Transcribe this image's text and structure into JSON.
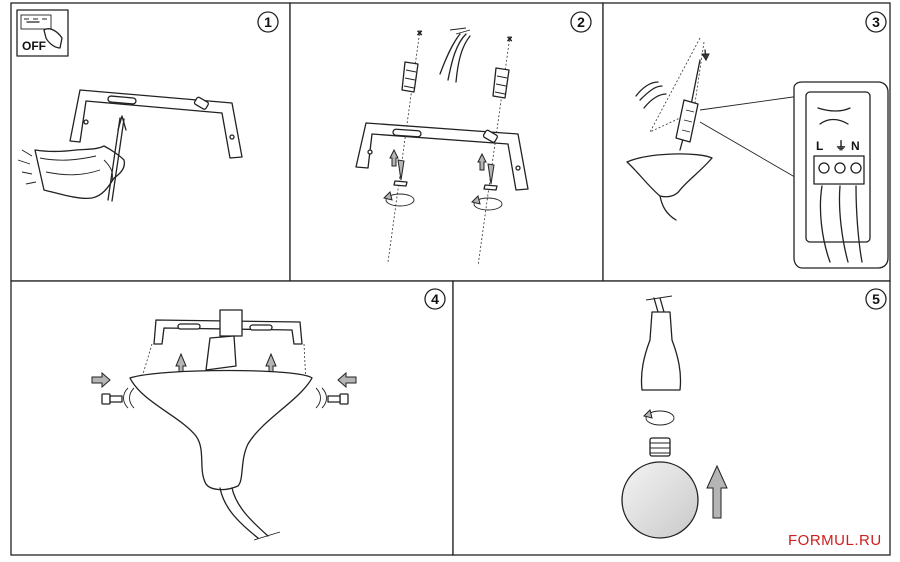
{
  "steps": [
    "1",
    "2",
    "3",
    "4",
    "5"
  ],
  "switch_label": "OFF",
  "terminal_labels": {
    "live": "L",
    "earth": "⏚",
    "neutral": "N"
  },
  "brand": "FORMUL.RU",
  "colors": {
    "line": "#222222",
    "arrow_fill": "#8a8a8a",
    "brand": "#cc1f1f"
  }
}
